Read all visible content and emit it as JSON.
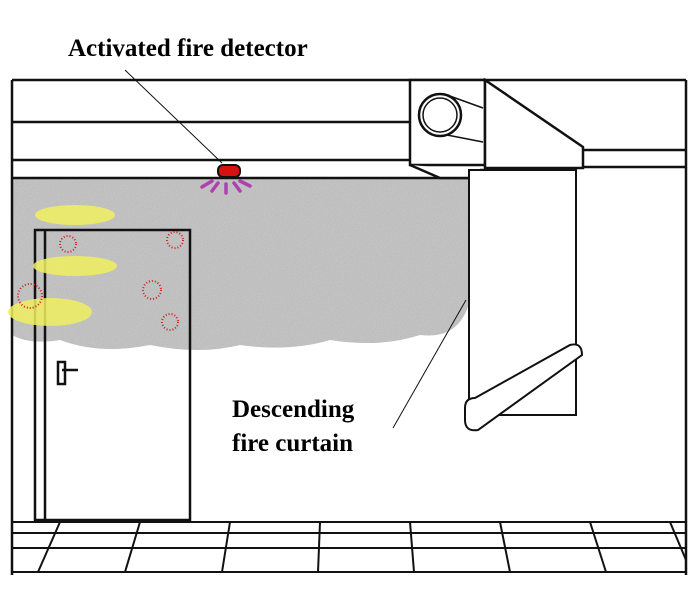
{
  "labels": {
    "detector": "Activated fire detector",
    "curtain_line1": "Descending",
    "curtain_line2": "fire curtain"
  },
  "colors": {
    "smoke": "#c8c8c8",
    "detector": "#d81010",
    "signal": "#b040b0",
    "flames": "#f0f060",
    "embers": "#d02020"
  }
}
